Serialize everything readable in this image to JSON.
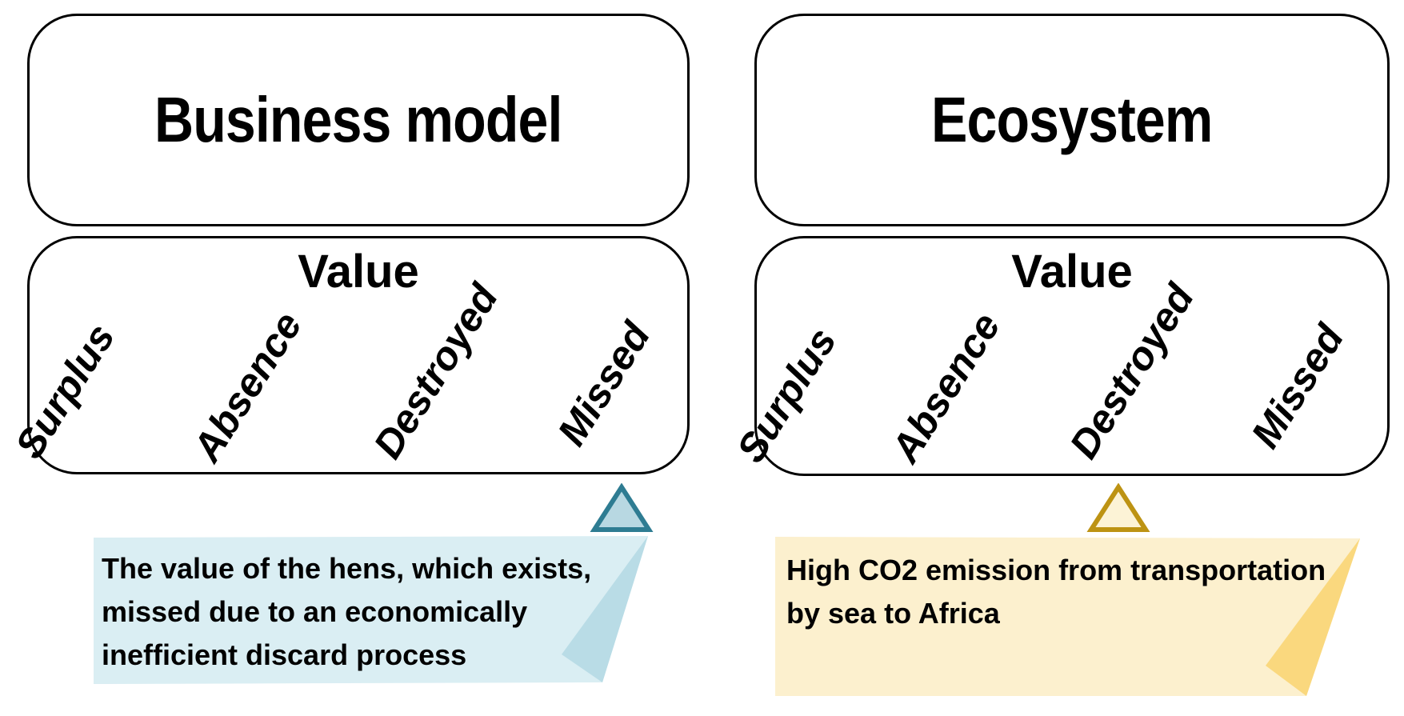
{
  "figure": {
    "background": "#ffffff",
    "outline_color": "#000000",
    "text_color": "#000000"
  },
  "panels": [
    {
      "id": "business-model",
      "title": "Business model",
      "value_box": {
        "heading": "Value",
        "categories": [
          "Surplus",
          "Absence",
          "Destroyed",
          "Missed"
        ]
      },
      "pointer": {
        "target_category": "Missed",
        "fill": "#B8D8E2",
        "border": "#2E7C92"
      },
      "note": {
        "lines": [
          "The value of the hens, which exists,",
          "missed due to an economically",
          "inefficient discard process"
        ],
        "fill": "#DAEEF3",
        "fold_fill": "#B9DCE6"
      }
    },
    {
      "id": "ecosystem",
      "title": "Ecosystem",
      "value_box": {
        "heading": "Value",
        "categories": [
          "Surplus",
          "Absence",
          "Destroyed",
          "Missed"
        ]
      },
      "pointer": {
        "target_category": "Destroyed",
        "fill": "#FCF3D6",
        "border": "#BD9313"
      },
      "note": {
        "lines": [
          "High CO2 emission from transportation",
          "by sea to Africa"
        ],
        "fill": "#FCF0CE",
        "fold_fill": "#FAD87E"
      }
    }
  ]
}
